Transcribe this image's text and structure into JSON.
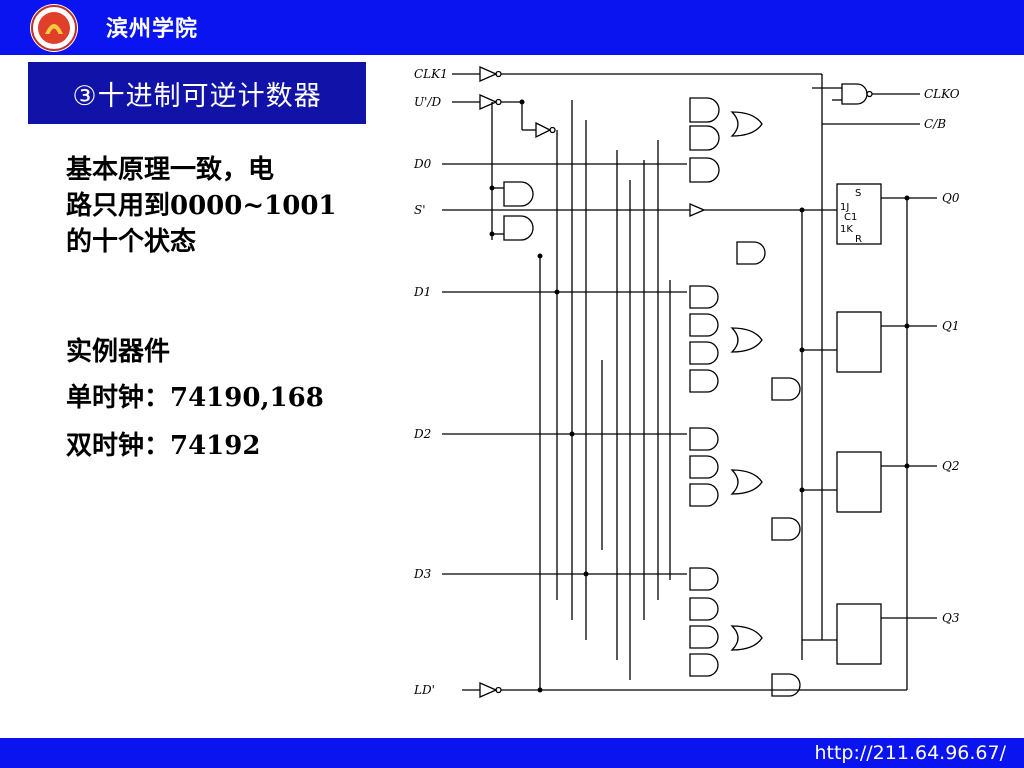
{
  "header": {
    "school_name": "滨州学院"
  },
  "slide": {
    "title": "③十进制可逆计数器",
    "principle_lines": [
      "基本原理一致，电",
      "路只用到0000~1001",
      "的十个状态"
    ],
    "examples_heading": "实例器件",
    "single_clock": "单时钟：74190,168",
    "dual_clock": "双时钟：74192"
  },
  "circuit": {
    "inputs": [
      "CLK1",
      "U'/D",
      "D0",
      "S'",
      "D1",
      "D2",
      "D3",
      "LD'"
    ],
    "outputs": [
      "CLKO",
      "C/B",
      "Q0",
      "Q1",
      "Q2",
      "Q3"
    ],
    "flipflop_pins": [
      "S",
      "1J",
      "C1",
      "1K",
      "R"
    ]
  },
  "footer": {
    "url": "http://211.64.96.67/"
  },
  "colors": {
    "bar_blue": "#0a14f0",
    "title_box": "#1112a8",
    "text": "#000000"
  }
}
